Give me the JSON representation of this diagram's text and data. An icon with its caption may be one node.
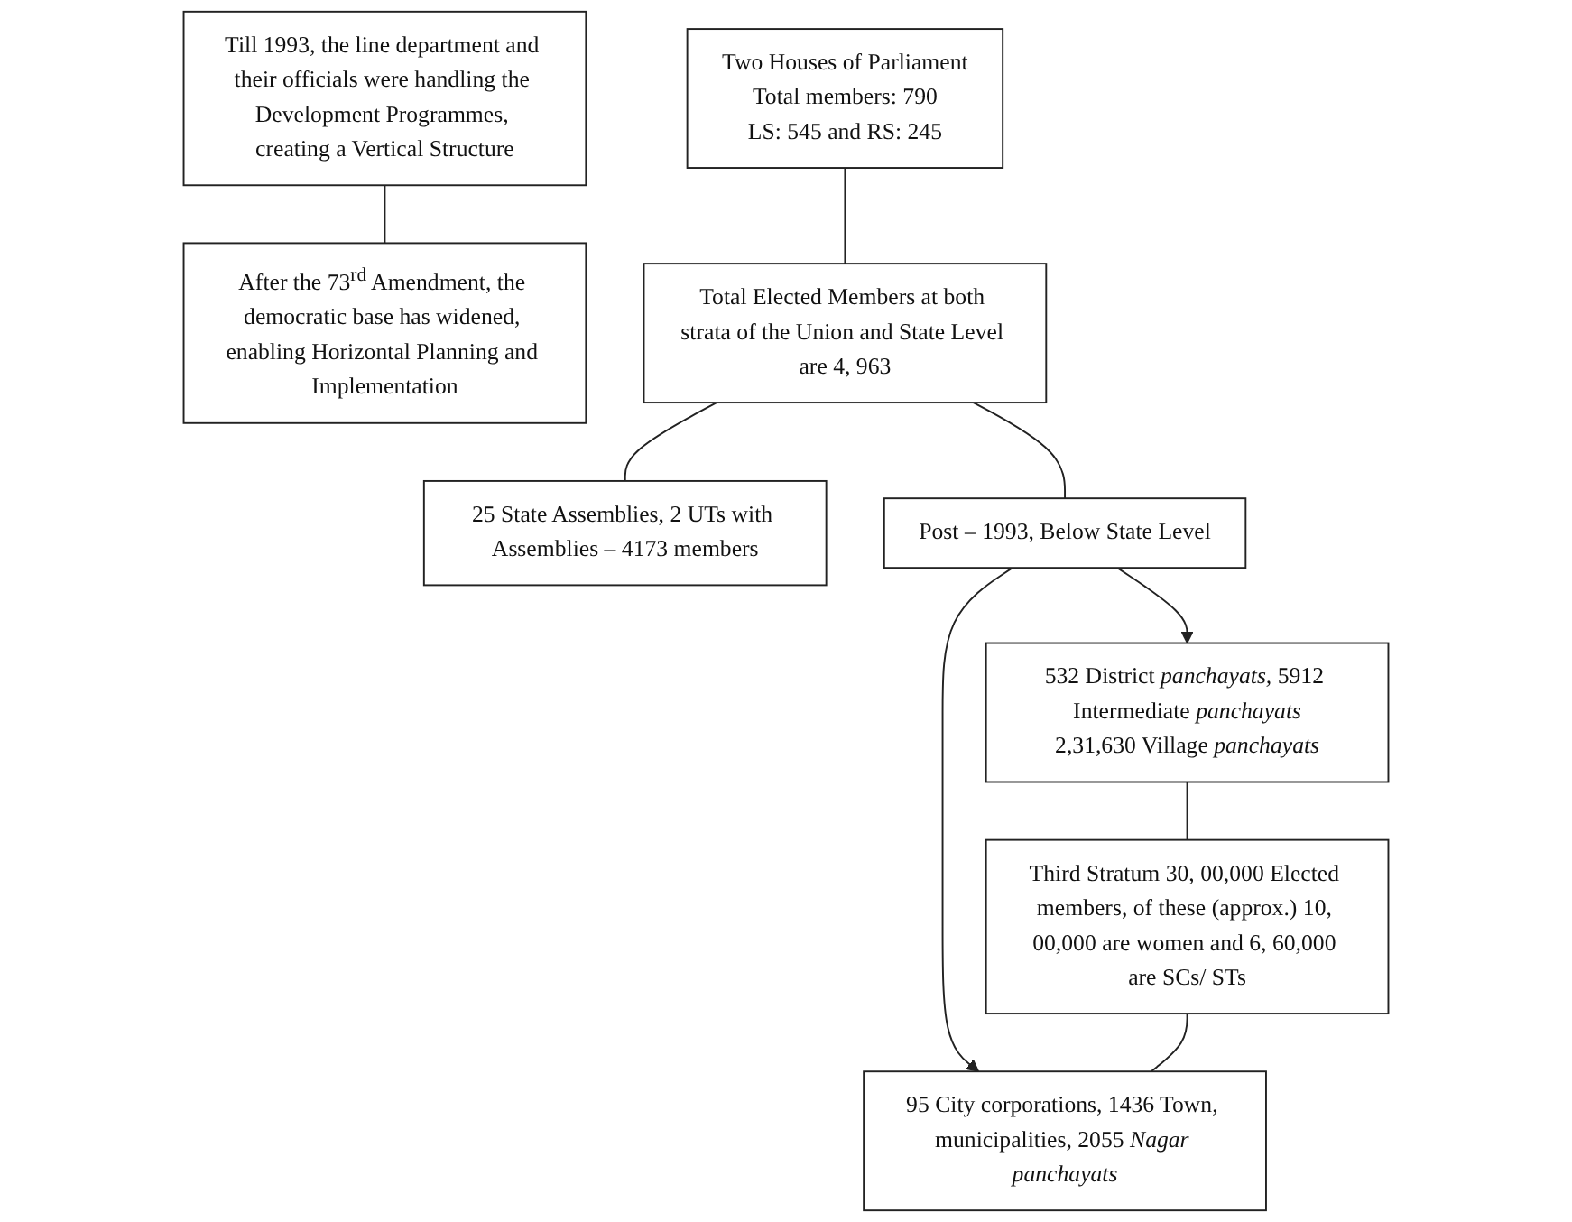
{
  "diagram": {
    "nodes": [
      {
        "text": [
          "Till 1993, the line department and their officials were handling the Development Programmes, creating a Vertical Structure"
        ]
      },
      {
        "text": [
          "After the 73$^{rd}$ Amendment, the democratic base has widened, enabling Horizontal Planning and Implementation"
        ]
      },
      {
        "text": [
          "Two Houses of Parliament",
          "Total members: 790",
          "LS: 545 and RS: 245"
        ]
      },
      {
        "text": [
          "Total Elected Members at both strata of the Union and State Level are 4, 963"
        ]
      },
      {
        "text": [
          "25 State Assemblies, 2 UTs with Assemblies – 4173 members"
        ]
      },
      {
        "text": [
          "Post – 1993, Below State Level"
        ]
      },
      {
        "text": [
          "532 District *panchayats,* 5912 Intermediate *panchayats*",
          "2,31,630 Village *panchayats*"
        ]
      },
      {
        "text": [
          "Third Stratum 30, 00,000 Elected members, of these (approx.) 10, 00,000 are women and 6, 60,000 are SCs/ STs"
        ]
      },
      {
        "text": [
          "95 City corporations, 1436 Town, municipalities, 2055 *Nagar panchayats*"
        ]
      }
    ],
    "edges": [
      {
        "from": 0,
        "to": 1,
        "arrow": "none"
      },
      {
        "from": 2,
        "to": 3,
        "arrow": "none"
      },
      {
        "from": 3,
        "to": 4,
        "arrow": "none"
      },
      {
        "from": 3,
        "to": 5,
        "arrow": "none"
      },
      {
        "from": 5,
        "to": 6,
        "arrow": "to"
      },
      {
        "from": 5,
        "to": 8,
        "arrow": "to"
      },
      {
        "from": 6,
        "to": 7,
        "arrow": "none"
      },
      {
        "from": 7,
        "to": 8,
        "arrow": "none"
      }
    ]
  }
}
